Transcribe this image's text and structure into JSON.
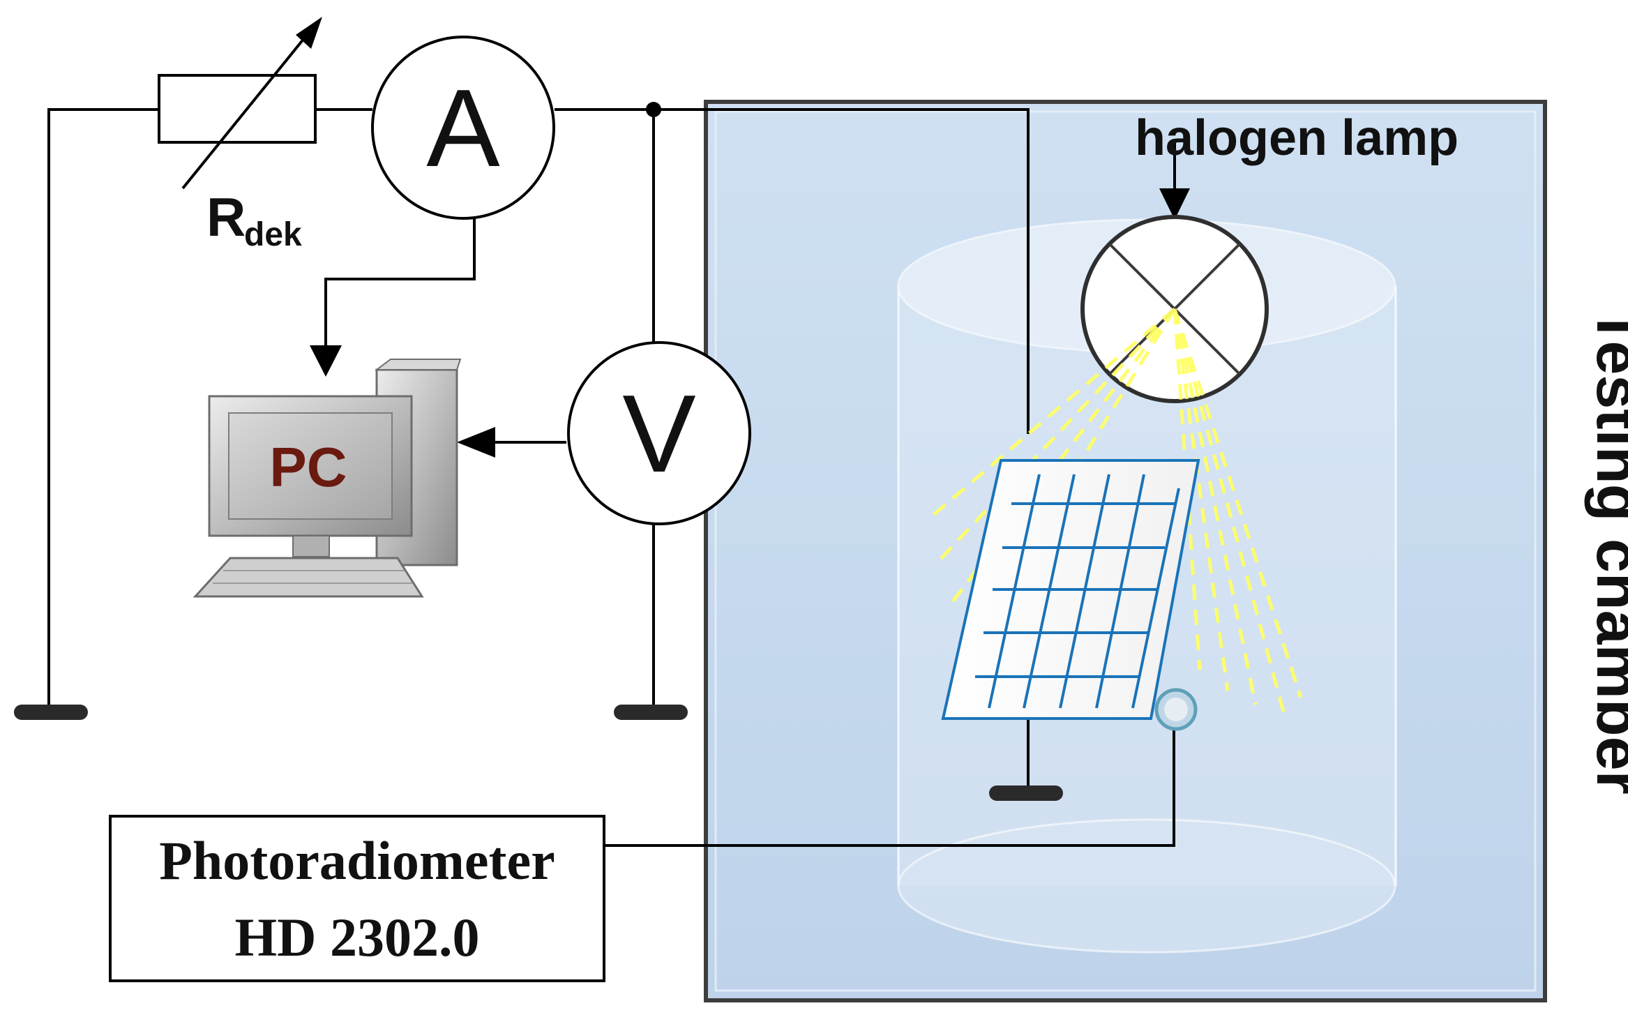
{
  "labels": {
    "ammeter": "A",
    "voltmeter": "V",
    "resistor_main": "R",
    "resistor_sub": "dek",
    "pc": "PC",
    "lamp": "halogen lamp",
    "chamber": "Testing  chamber",
    "photoradiometer_line1": "Photoradiometer",
    "photoradiometer_line2": "HD 2302.0"
  },
  "colors": {
    "chamber_fill": "#c6daef",
    "chamber_border": "#3d3d3d",
    "wire": "#000000",
    "panel_grid": "#1a73b8",
    "light_rays": "#ffff66",
    "pc_text": "#6b1a10",
    "pc_body": "#c9c9c9"
  },
  "icons": {
    "ammeter": "ammeter-icon",
    "voltmeter": "voltmeter-icon",
    "resistor": "variable-resistor-icon",
    "pc": "computer-icon",
    "lamp": "halogen-lamp-icon",
    "panel": "solar-panel-icon",
    "sensor": "light-sensor-icon",
    "ground": "ground-icon"
  }
}
